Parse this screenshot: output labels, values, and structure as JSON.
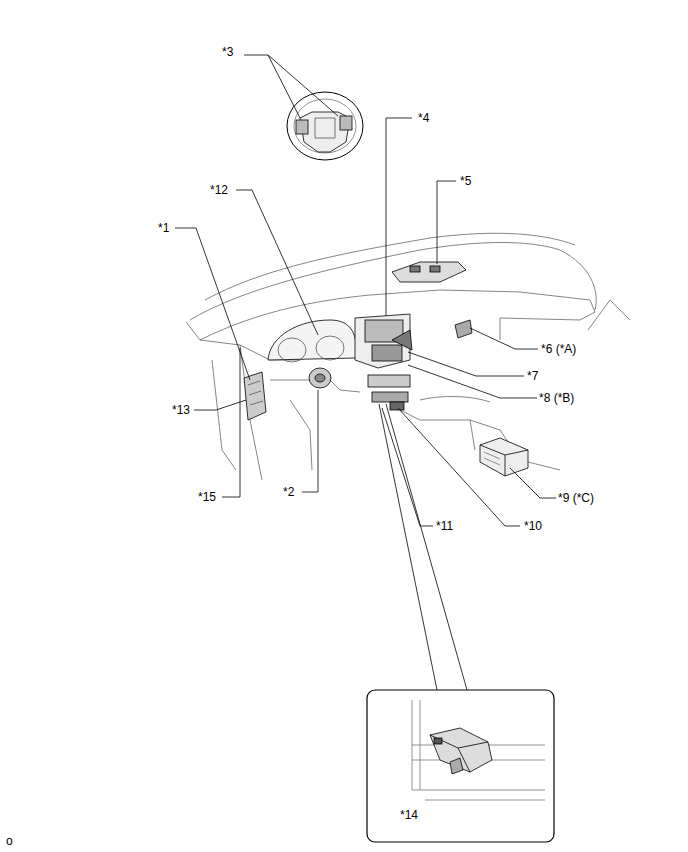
{
  "diagram": {
    "labels": [
      "*3",
      "*4",
      "*5",
      "*12",
      "*1",
      "*6 (*A)",
      "*7",
      "*8 (*B)",
      "*13",
      "*9 (*C)",
      "*15",
      "*2",
      "*11",
      "*10",
      "*14",
      "o"
    ]
  }
}
